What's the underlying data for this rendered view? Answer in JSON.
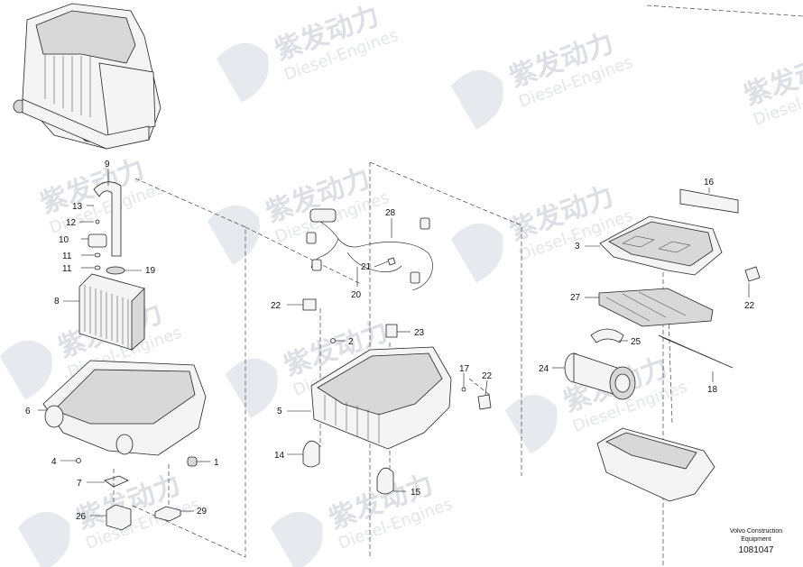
{
  "watermark": {
    "title": "紫发动力",
    "subtitle": "Diesel-Engines"
  },
  "footer": {
    "line1": "Volvo Construction",
    "line2": "Equipment",
    "doc_number": "1081047"
  },
  "callouts": {
    "c1": "1",
    "c2": "2",
    "c3": "3",
    "c4": "4",
    "c5": "5",
    "c6": "6",
    "c7": "7",
    "c8": "8",
    "c9": "9",
    "c10": "10",
    "c11a": "11",
    "c11b": "11",
    "c12": "12",
    "c13": "13",
    "c14": "14",
    "c15": "15",
    "c16": "16",
    "c17": "17",
    "c18": "18",
    "c19": "19",
    "c20": "20",
    "c21": "21",
    "c22a": "22",
    "c22b": "22",
    "c22c": "22",
    "c23": "23",
    "c24": "24",
    "c25": "25",
    "c26": "26",
    "c27": "27",
    "c28": "28",
    "c29": "29"
  }
}
